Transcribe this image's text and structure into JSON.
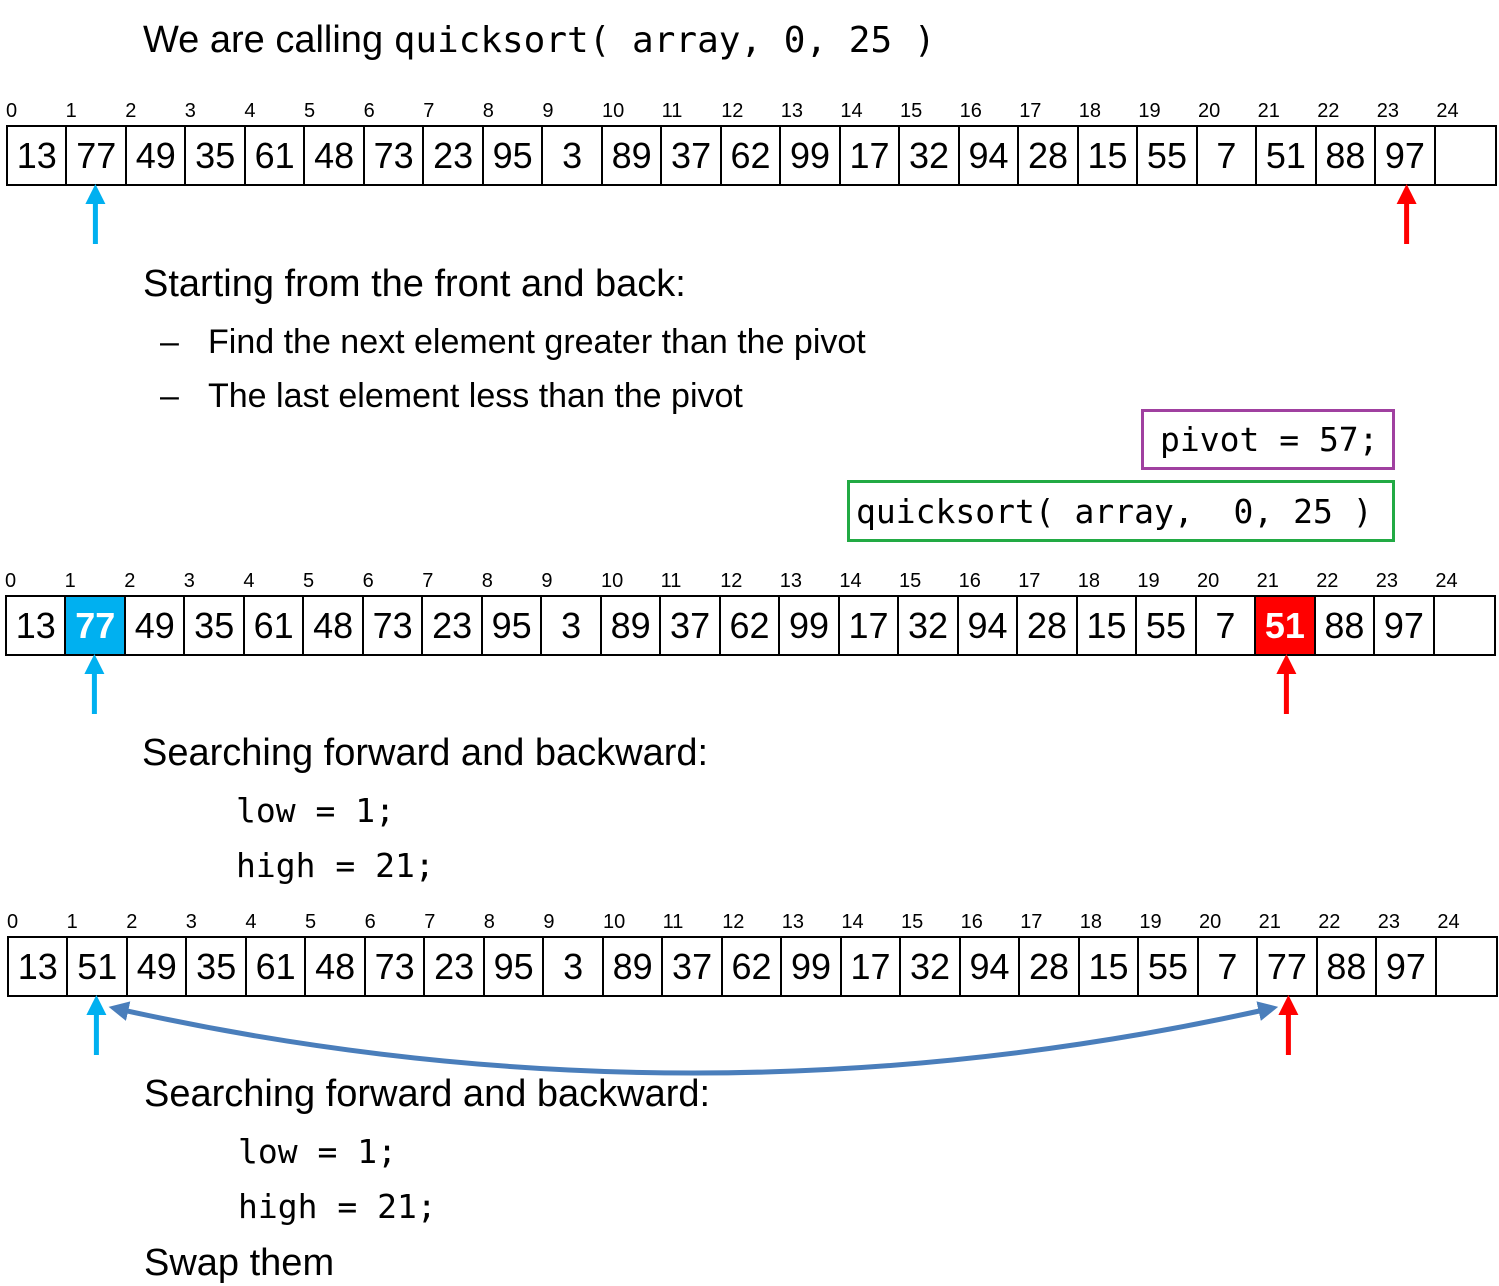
{
  "title": {
    "prefix": "We are calling ",
    "code": "quicksort( array, 0, 25 )"
  },
  "indices": [
    "0",
    "1",
    "2",
    "3",
    "4",
    "5",
    "6",
    "7",
    "8",
    "9",
    "10",
    "11",
    "12",
    "13",
    "14",
    "15",
    "16",
    "17",
    "18",
    "19",
    "20",
    "21",
    "22",
    "23",
    "24"
  ],
  "arrays": [
    {
      "values": [
        "13",
        "77",
        "49",
        "35",
        "61",
        "48",
        "73",
        "23",
        "95",
        "3",
        "89",
        "37",
        "62",
        "99",
        "17",
        "32",
        "94",
        "28",
        "15",
        "55",
        "7",
        "51",
        "88",
        "97",
        ""
      ],
      "highlights": [],
      "low_arrow_index": 1,
      "high_arrow_index": 23
    },
    {
      "values": [
        "13",
        "77",
        "49",
        "35",
        "61",
        "48",
        "73",
        "23",
        "95",
        "3",
        "89",
        "37",
        "62",
        "99",
        "17",
        "32",
        "94",
        "28",
        "15",
        "55",
        "7",
        "51",
        "88",
        "97",
        ""
      ],
      "highlights": [
        {
          "index": 1,
          "color": "#00b0f0"
        },
        {
          "index": 21,
          "color": "#ff0000"
        }
      ],
      "low_arrow_index": 1,
      "high_arrow_index": 21
    },
    {
      "values": [
        "13",
        "51",
        "49",
        "35",
        "61",
        "48",
        "73",
        "23",
        "95",
        "3",
        "89",
        "37",
        "62",
        "99",
        "17",
        "32",
        "94",
        "28",
        "15",
        "55",
        "7",
        "77",
        "88",
        "97",
        ""
      ],
      "highlights": [],
      "low_arrow_index": 1,
      "high_arrow_index": 21,
      "swap_between": [
        1,
        21
      ]
    }
  ],
  "section1": {
    "heading": "Starting from the front and back:",
    "dash": "–",
    "bullets": [
      "Find the next element greater than the pivot",
      "The last element less than the pivot"
    ]
  },
  "pivot_box": {
    "text": "pivot = 57;",
    "border_color": "#a040a0"
  },
  "call_box": {
    "text": "quicksort( array,  0, 25 )",
    "border_color": "#22aa44"
  },
  "section2": {
    "heading": "Searching forward and backward:",
    "low": "low = 1;",
    "high": "high = 21;"
  },
  "section3": {
    "heading": "Searching forward and backward:",
    "low": "low = 1;",
    "high": "high = 21;",
    "footer": "Swap them"
  },
  "colors": {
    "low_arrow": "#00b0f0",
    "high_arrow": "#ff0000",
    "swap_arrow": "#4a7ebb"
  }
}
